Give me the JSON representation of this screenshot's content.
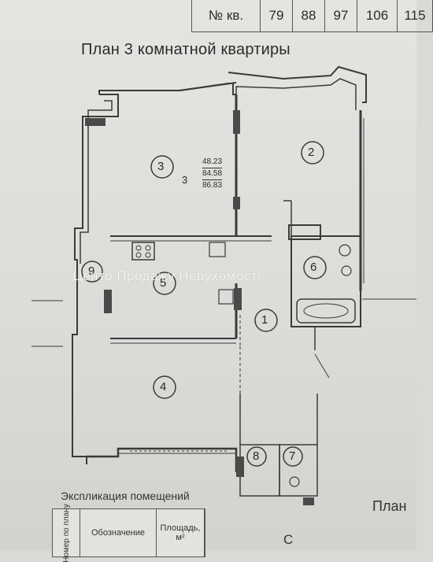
{
  "apartment_table": {
    "header": "№ кв.",
    "numbers": [
      "79",
      "88",
      "97",
      "106",
      "115"
    ]
  },
  "plan_title": "План 3 комнатной квартиры",
  "apartment_summary": {
    "rooms": "3",
    "room_count": "3",
    "area_living": "48.23",
    "area_total": "84.58",
    "area_with_balcony": "86.83"
  },
  "rooms": {
    "r1": "1",
    "r2": "2",
    "r3": "3",
    "r4": "4",
    "r5": "5",
    "r6": "6",
    "r7": "7",
    "r8": "8",
    "r9": "9"
  },
  "watermark": "Центр Продажу Нерухомості",
  "explication": {
    "title": "Экспликация помещений",
    "col_number": "Номер по плану",
    "col_name": "Обозначение",
    "col_area": "Площадь,",
    "col_area_unit": "м²"
  },
  "side_labels": {
    "plan_right": "План",
    "letter_c": "С"
  }
}
